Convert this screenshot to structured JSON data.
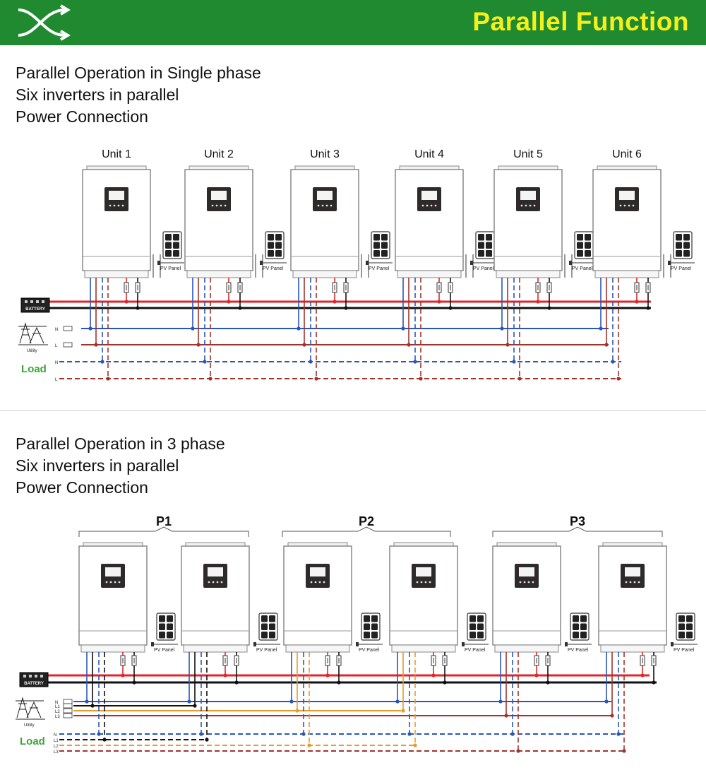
{
  "header": {
    "title": "Parallel Function",
    "logo_icon": "crossing-arrows-icon"
  },
  "single_phase": {
    "lines": [
      "Parallel Operation in Single phase",
      "Six inverters in parallel",
      "Power Connection"
    ],
    "units": [
      "Unit 1",
      "Unit 2",
      "Unit 3",
      "Unit 4",
      "Unit 5",
      "Unit 6"
    ],
    "pv_label": "PV Panel",
    "battery_label": "BATTERY",
    "utility_label": "Utility",
    "utility_terminals": [
      "N",
      "L"
    ],
    "load_label": "Load",
    "load_terminals": [
      "N",
      "L"
    ]
  },
  "three_phase": {
    "lines": [
      "Parallel Operation in 3 phase",
      "Six inverters in parallel",
      "Power Connection"
    ],
    "groups": [
      "P1",
      "P2",
      "P3"
    ],
    "pv_label": "PV Panel",
    "battery_label": "BATTERY",
    "utility_label": "Utility",
    "utility_terminals": [
      "N",
      "L1",
      "L2",
      "L3"
    ],
    "load_label": "Load",
    "load_terminals": [
      "N",
      "L1",
      "L2",
      "L3"
    ]
  },
  "colors": {
    "header_bg": "#1f8a2f",
    "header_text": "#f5ef1b",
    "battery_pos": "#e0262b",
    "battery_neg": "#111111",
    "neutral": "#2a56b8",
    "line_l1": "#a0342c",
    "line_l2": "#e89a2c",
    "line_l3": "#a0342c",
    "load_text": "#3aa537"
  }
}
